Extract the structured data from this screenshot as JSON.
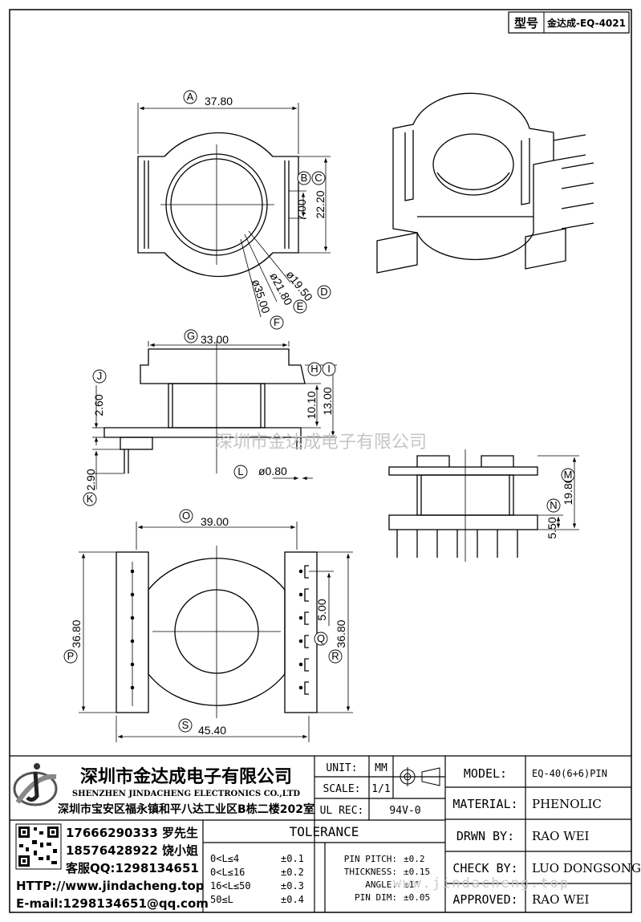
{
  "model_badge": {
    "label": "型号",
    "value": "金达成-EQ-4021"
  },
  "dimensions": {
    "top_width": "37.80",
    "top_inner": "7.00",
    "top_height": "22.20",
    "d_19_50": "ø19.50",
    "d_21_80": "ø21.80",
    "d_35_00": "ø35.00",
    "side_width": "33.00",
    "side_2_60": "2.60",
    "side_10_10": "10.10",
    "side_13_00": "13.00",
    "pin_dia": "ø0.80",
    "pin_len": "2.90",
    "right_19_80": "19.80",
    "right_5_50": "5.50",
    "bottom_width_top": "39.00",
    "bottom_height_left": "36.80",
    "bottom_pitch": "5.00",
    "bottom_height_right": "36.80",
    "bottom_width": "45.40"
  },
  "callouts": [
    "A",
    "B",
    "C",
    "D",
    "E",
    "F",
    "G",
    "H",
    "I",
    "J",
    "K",
    "L",
    "M",
    "N",
    "O",
    "P",
    "Q",
    "R",
    "S"
  ],
  "watermark_center": "深圳市金达成电子有限公司",
  "watermark_bottom": "www.jindacheng.top",
  "company": {
    "name": "深圳市金达成电子有限公司",
    "name_en": "SHENZHEN JINDACHENG ELECTRONICS CO.,LTD",
    "address": "深圳市宝安区福永镇和平八达工业区B栋二楼202室"
  },
  "title_block": {
    "unit_label": "UNIT:",
    "unit_value": "MM",
    "scale_label": "SCALE:",
    "scale_value": "1/1",
    "ul_label": "UL REC:",
    "ul_value": "94V-0",
    "tolerance_title": "TOLERANCE",
    "tolerances": [
      {
        "range": "0<L≤4",
        "value": "±0.1"
      },
      {
        "range": "0<L≤16",
        "value": "±0.2"
      },
      {
        "range": "16<L≤50",
        "value": "±0.3"
      },
      {
        "range": "50≤L",
        "value": "±0.4"
      }
    ],
    "extra_tol": [
      {
        "label": "PIN PITCH:",
        "value": "±0.2"
      },
      {
        "label": "THICKNESS:",
        "value": "±0.15"
      },
      {
        "label": "ANGLE:",
        "value": "±1°"
      },
      {
        "label": "PIN DIM:",
        "value": "±0.05"
      }
    ],
    "fields": [
      {
        "label": "MODEL:",
        "value": "EQ-40(6+6)PIN"
      },
      {
        "label": "MATERIAL:",
        "value": "PHENOLIC"
      },
      {
        "label": "DRWN BY:",
        "value": "RAO WEI"
      },
      {
        "label": "CHECK BY:",
        "value": "LUO DONGSONG"
      },
      {
        "label": "APPROVED:",
        "value": "RAO WEI"
      }
    ]
  },
  "contacts": {
    "phone1": "17666290333 罗先生",
    "phone2": "18576428922 饶小姐",
    "qq": "客服QQ:1298134651",
    "http": "HTTP://www.jindacheng.top",
    "email": "E-mail:1298134651@qq.com"
  },
  "icons": [
    "logo-icon",
    "qr-code-icon",
    "projection-symbol-icon"
  ]
}
